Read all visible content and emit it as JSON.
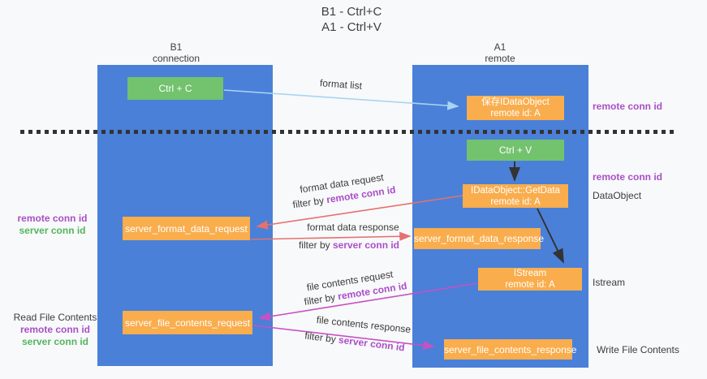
{
  "title": {
    "line1": "B1 - Ctrl+C",
    "line2": "A1 - Ctrl+V"
  },
  "lanes": {
    "left": {
      "name": "B1",
      "role": "connection"
    },
    "right": {
      "name": "A1",
      "role": "remote"
    }
  },
  "nodes": {
    "ctrl_c": {
      "label": "Ctrl + C"
    },
    "save_idataobject": {
      "line1": "保存IDataObject",
      "line2": "remote id: A"
    },
    "ctrl_v": {
      "label": "Ctrl + V"
    },
    "getdata": {
      "line1": "IDataObject::GetData",
      "line2": "remote id: A"
    },
    "server_format_data_request": {
      "label": "server_format_data_request"
    },
    "server_format_data_response": {
      "label": "server_format_data_response"
    },
    "istream": {
      "line1": "IStream",
      "line2": "remote id: A"
    },
    "server_file_contents_request": {
      "label": "server_file_contents_request"
    },
    "server_file_contents_response": {
      "label": "server_file_contents_response"
    }
  },
  "edge_labels": {
    "format_list": "format list",
    "format_data_request": "format data request",
    "format_data_response": "format data response",
    "file_contents_request": "file contents request",
    "file_contents_response": "file contents response",
    "filter_by": "filter by ",
    "remote_conn_id": "remote conn id",
    "server_conn_id": "server conn id"
  },
  "side_labels": {
    "remote_conn_id": "remote conn id",
    "server_conn_id": "server conn id",
    "dataobject": "DataObject",
    "istream": "Istream",
    "read_file_contents": "Read File Contents",
    "write_file_contents": "Write File Contents"
  },
  "colors": {
    "lane_blue": "#4a80d8",
    "node_orange": "#f9ad4d",
    "node_green": "#73c26e",
    "arrow_light_blue": "#a7d5f2",
    "arrow_black": "#333333",
    "arrow_salmon": "#e4716e",
    "arrow_magenta": "#c751c3",
    "label_purple": "#aa4fc8",
    "label_green": "#53b55e",
    "background": "#f8f9fa"
  }
}
